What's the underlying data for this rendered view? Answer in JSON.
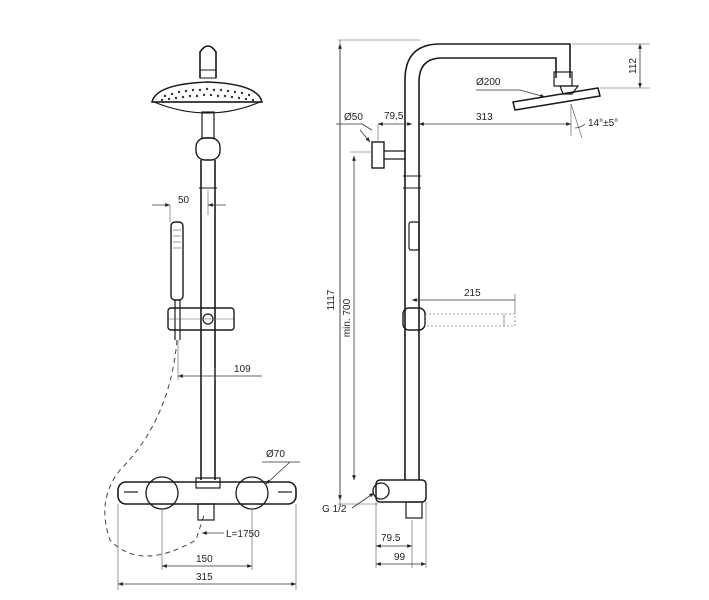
{
  "front_view": {
    "dims": {
      "hand_shower_offset": "50",
      "hand_shower_depth": "109",
      "valve_diameter": "Ø70",
      "hose_length": "L=1750",
      "inlet_centers": "150",
      "valve_width": "315"
    }
  },
  "side_view": {
    "dims": {
      "total_height": "1117",
      "min_height": "min. 700",
      "top_height": "112",
      "head_diameter": "Ø200",
      "arm_length": "313",
      "bracket_diameter": "Ø50",
      "bracket_offset": "79,5",
      "tilt_angle": "14°±5°",
      "hand_shower_projection": "215",
      "thread": "G 1/2",
      "bottom_offset": "79.5",
      "bottom_depth": "99"
    }
  }
}
